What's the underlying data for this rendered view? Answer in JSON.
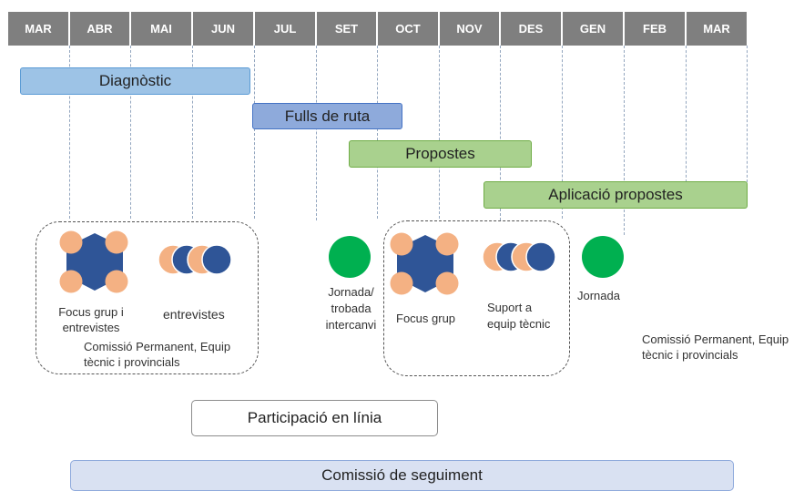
{
  "months": [
    "MAR",
    "ABR",
    "MAI",
    "JUN",
    "JUL",
    "SET",
    "OCT",
    "NOV",
    "DES",
    "GEN",
    "FEB",
    "MAR"
  ],
  "phases": {
    "diagnostic": "Diagnòstic",
    "fulls_ruta": "Fulls de ruta",
    "propostes": "Propostes",
    "aplicacio": "Aplicació propostes"
  },
  "group1": {
    "focus_label": "Focus grup i entrevistes",
    "entrevistes_label": "entrevistes",
    "commission_label": "Comissió Permanent, Equip tècnic i provincials"
  },
  "jornada_trobada": "Jornada/ trobada intercanvi",
  "group2": {
    "focus_label": "Focus grup",
    "suport_label": "Suport a equip tècnic"
  },
  "jornada": "Jornada",
  "right_commission": "Comissió Permanent, Equip tècnic i  provincials",
  "participacio": "Participació en línia",
  "comissio_seguiment": "Comissió de seguiment",
  "colors": {
    "orange": "#f4b183",
    "navy": "#2f5597",
    "green": "#00b050",
    "header_gray": "#7f7f7f"
  }
}
